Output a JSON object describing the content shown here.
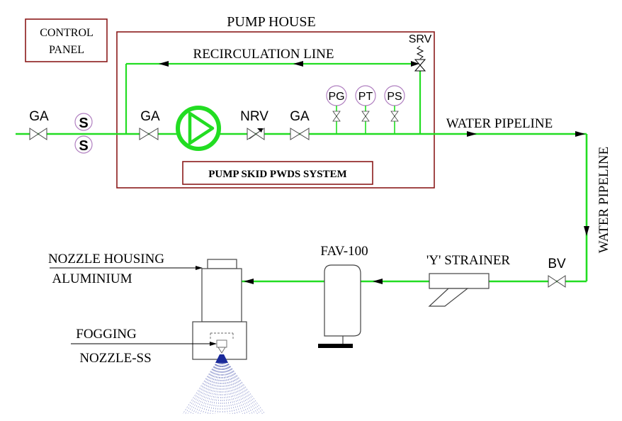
{
  "labels": {
    "control_panel_line1": "CONTROL",
    "control_panel_line2": "PANEL",
    "pump_house": "PUMP HOUSE",
    "recirculation_line": "RECIRCULATION LINE",
    "srv": "SRV",
    "ga_inlet": "GA",
    "ss_top": "S",
    "ss_bottom": "S",
    "ga_suction": "GA",
    "nrv": "NRV",
    "ga_discharge": "GA",
    "pg": "PG",
    "pt": "PT",
    "ps": "PS",
    "pump_skid": "PUMP SKID PWDS SYSTEM",
    "water_pipeline_horizontal": "WATER PIPELINE",
    "water_pipeline_vertical": "WATER PIPELINE",
    "nozzle_housing_line1": "NOZZLE HOUSING",
    "nozzle_housing_line2": "ALUMINIUM",
    "fav": "FAV-100",
    "y_strainer": "'Y' STRAINER",
    "bv": "BV",
    "fogging_line1": "FOGGING",
    "fogging_line2": "NOZZLE-SS"
  },
  "colors": {
    "pipe": "#22dd22",
    "box_border": "#8b1a1a",
    "ink": "#000000",
    "instrument_circle": "#b07fc0",
    "spray": "#1a2a9a"
  }
}
